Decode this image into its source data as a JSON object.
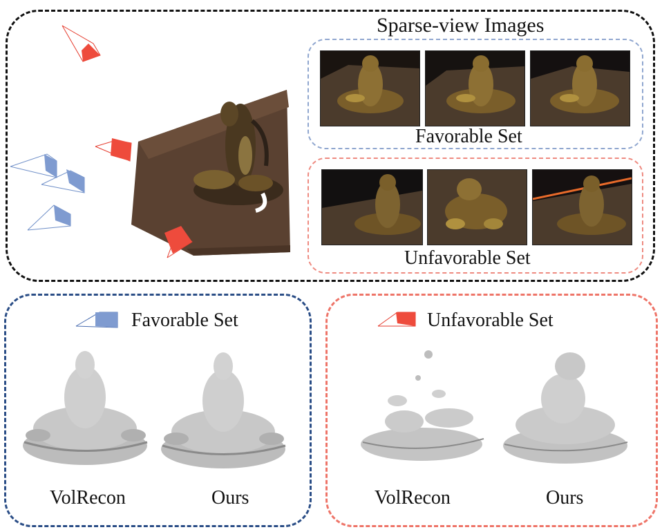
{
  "top": {
    "title": "Sparse-view Images",
    "favorable_caption": "Favorable Set",
    "unfavorable_caption": "Unfavorable Set"
  },
  "bottom_left": {
    "legend": "Favorable Set",
    "method_a": "VolRecon",
    "method_b": "Ours"
  },
  "bottom_right": {
    "legend": "Unfavorable Set",
    "method_a": "VolRecon",
    "method_b": "Ours"
  },
  "colors": {
    "favorable": "#7f9bd0",
    "unfavorable": "#ee4b3c",
    "top_border": "#111111",
    "favorable_border": "#2a4d86",
    "unfavorable_border": "#ee7468"
  }
}
